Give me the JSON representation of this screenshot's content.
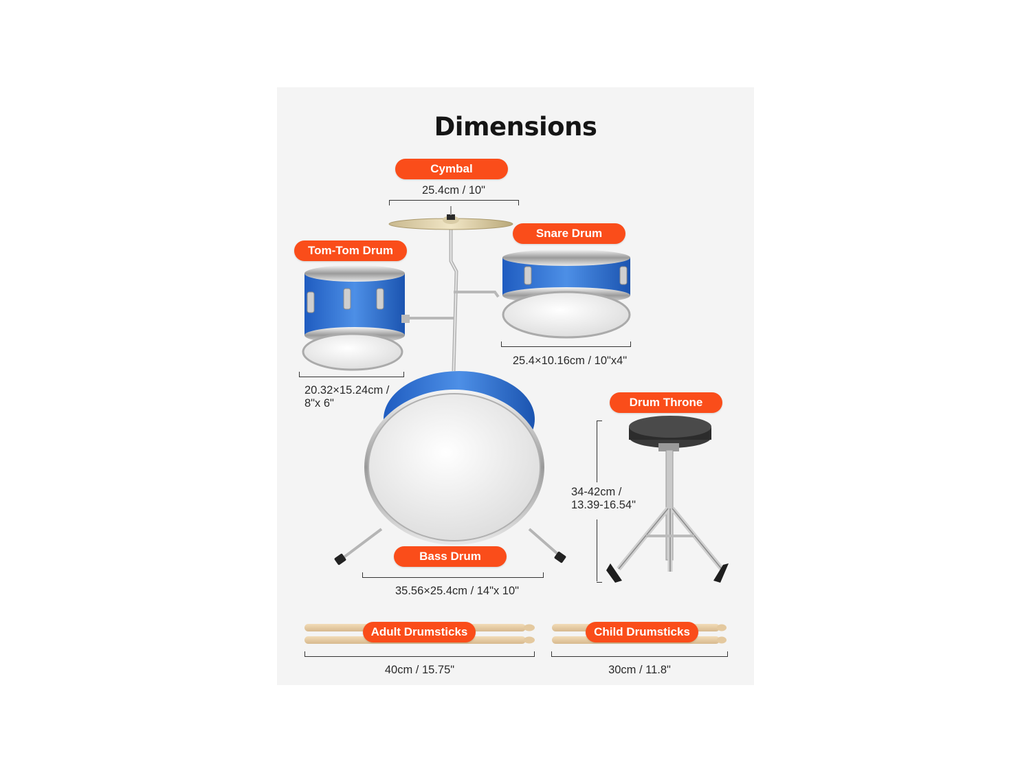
{
  "title": "Dimensions",
  "colors": {
    "accent": "#fa4d1a",
    "drum_shell": "#2f6fd0",
    "background_panel": "#f4f4f4"
  },
  "labels": {
    "cymbal": "Cymbal",
    "snare_drum": "Snare Drum",
    "tom_tom_drum": "Tom-Tom Drum",
    "bass_drum": "Bass Drum",
    "drum_throne": "Drum Throne",
    "adult_drumsticks": "Adult Drumsticks",
    "child_drumsticks": "Child Drumsticks"
  },
  "dimensions": {
    "cymbal": "25.4cm / 10\"",
    "snare_drum": "25.4×10.16cm / 10\"x4\"",
    "tom_tom_line1": "20.32×15.24cm /",
    "tom_tom_line2": "8\"x 6\"",
    "bass_drum": "35.56×25.4cm / 14\"x 10\"",
    "drum_throne_line1": "34-42cm /",
    "drum_throne_line2": "13.39-16.54\"",
    "adult_drumsticks": "40cm / 15.75\"",
    "child_drumsticks": "30cm / 11.8\""
  }
}
